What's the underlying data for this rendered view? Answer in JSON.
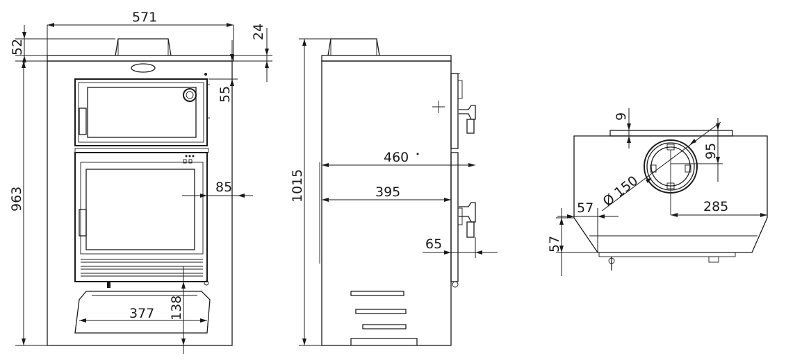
{
  "drawing": {
    "front_view": {
      "width_label": "571",
      "top_offset_label": "52",
      "cooktop_label": "24",
      "upper_gap_label": "55",
      "height_label": "963",
      "door_depth_label": "85",
      "base_width_label": "377",
      "base_height_label": "138"
    },
    "side_view": {
      "total_height_label": "1015",
      "depth_label": "460",
      "inner_depth_label": "395",
      "handle_depth_label": "65"
    },
    "top_view": {
      "ring_label": "9",
      "flue_offset_label": "95",
      "flue_diameter_label": "Ø 150",
      "flue_x_label": "285",
      "corner_x_label": "57",
      "corner_y_label": "57"
    }
  }
}
